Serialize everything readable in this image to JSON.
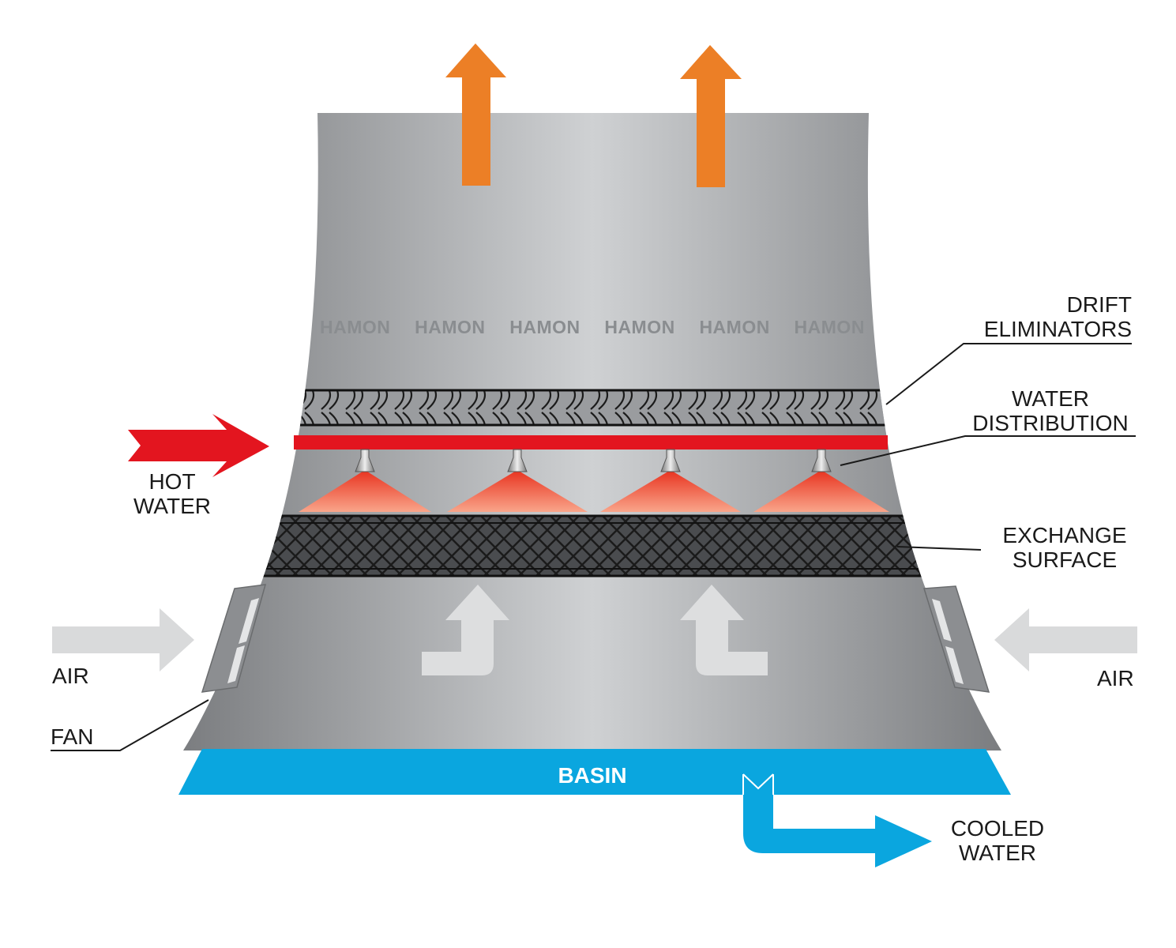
{
  "labels": {
    "drift_eliminators": [
      "DRIFT",
      "ELIMINATORS"
    ],
    "water_distribution": [
      "WATER",
      "DISTRIBUTION"
    ],
    "exchange_surface": [
      "EXCHANGE",
      "SURFACE"
    ],
    "hot_water": [
      "HOT",
      "WATER"
    ],
    "air_left": "AIR",
    "air_right": "AIR",
    "fan": "FAN",
    "basin": "BASIN",
    "cooled_water": [
      "COOLED",
      "WATER"
    ]
  },
  "watermark": [
    "HAMON",
    "HAMON",
    "HAMON",
    "HAMON",
    "HAMON",
    "HAMON"
  ],
  "colors": {
    "tower_gray": "#8e9092",
    "tower_highlight": "#c9cbcd",
    "exhaust_arrow": "#ec7f26",
    "hot_water": "#e3151f",
    "basin": "#0aa6df",
    "cooled_water_arrow": "#0aa6df",
    "air_arrow": "#d9dadb",
    "spray_cone": "#f26a4d"
  },
  "icons": [
    "exhaust-arrow-icon",
    "hot-water-arrow-icon",
    "air-arrow-icon",
    "cooled-water-arrow-icon",
    "spray-nozzle-icon",
    "fan-louver-icon"
  ]
}
